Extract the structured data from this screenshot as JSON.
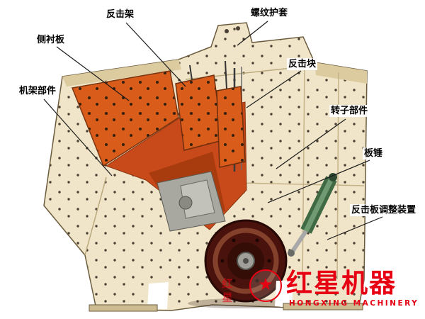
{
  "labels": [
    {
      "id": "impact-frame",
      "text": "反击架"
    },
    {
      "id": "threaded-sleeve",
      "text": "螺纹护套"
    },
    {
      "id": "side-liner-plate",
      "text": "侧衬板"
    },
    {
      "id": "impact-block",
      "text": "反击块"
    },
    {
      "id": "frame-parts",
      "text": "机架部件"
    },
    {
      "id": "rotor-parts",
      "text": "转子部件"
    },
    {
      "id": "blow-bar",
      "text": "板锤"
    },
    {
      "id": "impact-plate-adjusting-device",
      "text": "反击板调整装置"
    }
  ],
  "watermark": {
    "brand": "红星机器",
    "subtitle": "HONGXING MACHINERY",
    "logo_symbol": "★",
    "ghost_text": "红星",
    "color": "#e60012"
  },
  "colors": {
    "machine_body": "#f0e5c8",
    "lining_orange": "#d95c1a",
    "chamber_orange": "#c8491a",
    "rotor_dark": "#4a120c",
    "hydraulic_green": "#4e7a52",
    "outline": "#6b5c3e",
    "label_text": "#000000"
  }
}
